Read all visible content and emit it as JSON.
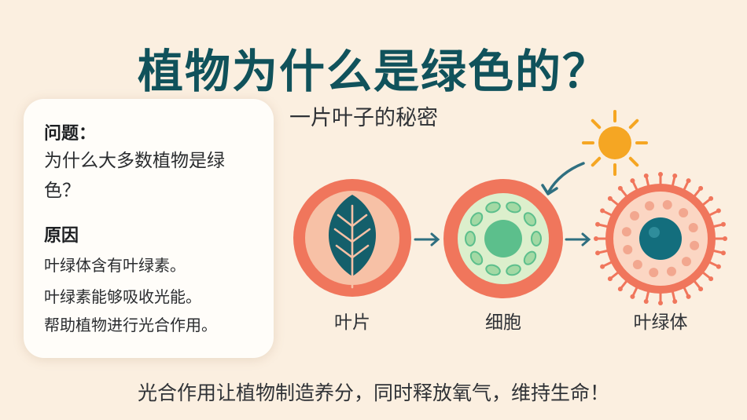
{
  "title": "植物为什么是绿色的？",
  "subtitle": "一片叶子的秘密",
  "card": {
    "question_heading": "问题：",
    "question_line1": "为什么大多数植物是绿",
    "question_line2": "色？",
    "reason_heading": "原因",
    "reasons": [
      "叶绿体含有叶绿素。",
      "叶绿素能够吸收光能。",
      "帮助植物进行光合作用。"
    ]
  },
  "stages": [
    {
      "label": "叶片",
      "icon": "leaf-icon"
    },
    {
      "label": "细胞",
      "icon": "cell-icon"
    },
    {
      "label": "叶绿体",
      "icon": "chloroplast-icon"
    }
  ],
  "sun_icon": "sun-icon",
  "footer": "光合作用让植物制造养分，同时释放氧气，维持生命！",
  "colors": {
    "title": "#10525b",
    "background": "#fbefe0",
    "coral": "#f0765c",
    "leaf": "#145f6b",
    "cell_fill": "#dcefcc",
    "cell_green": "#5cbf8c",
    "chloroplast_center": "#136e7d",
    "sun": "#f5a623",
    "arrow": "#2f6f80"
  }
}
